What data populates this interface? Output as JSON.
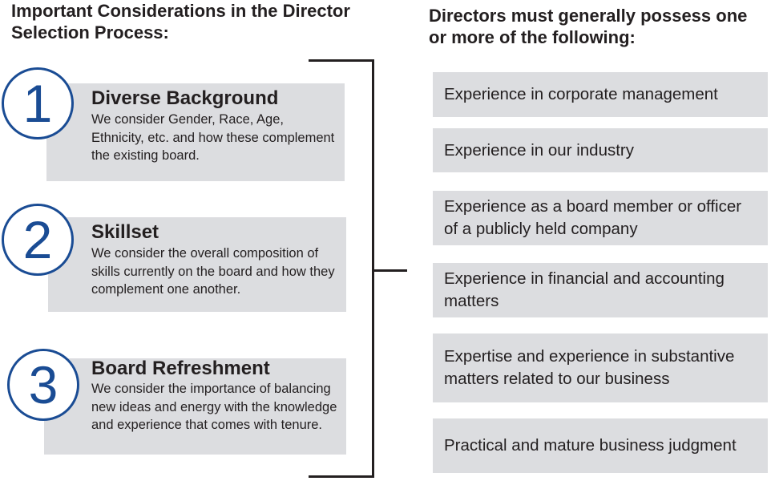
{
  "left_heading": "Important Considerations in the Director Selection Process:",
  "right_heading": "Directors must generally possess one or more of the following:",
  "considerations": [
    {
      "number": "1",
      "title": "Diverse Background",
      "description": "We consider Gender, Race, Age, Ethnicity, etc. and how these complement the existing board."
    },
    {
      "number": "2",
      "title": "Skillset",
      "description": "We consider the overall composition of skills currently on the board and how they complement one another."
    },
    {
      "number": "3",
      "title": "Board Refreshment",
      "description": "We consider the importance of balancing new ideas and energy with the knowledge and experience that comes with tenure."
    }
  ],
  "requirements": [
    "Experience in corporate management",
    "Experience in our industry",
    "Experience as a board member or officer of a publicly held company",
    "Experience in financial and accounting matters",
    "Expertise and experience in substantive matters related to our business",
    "Practical and mature business judgment"
  ],
  "colors": {
    "accent_blue": "#1a4c94",
    "box_gray": "#dcdde0",
    "text": "#231f20"
  }
}
